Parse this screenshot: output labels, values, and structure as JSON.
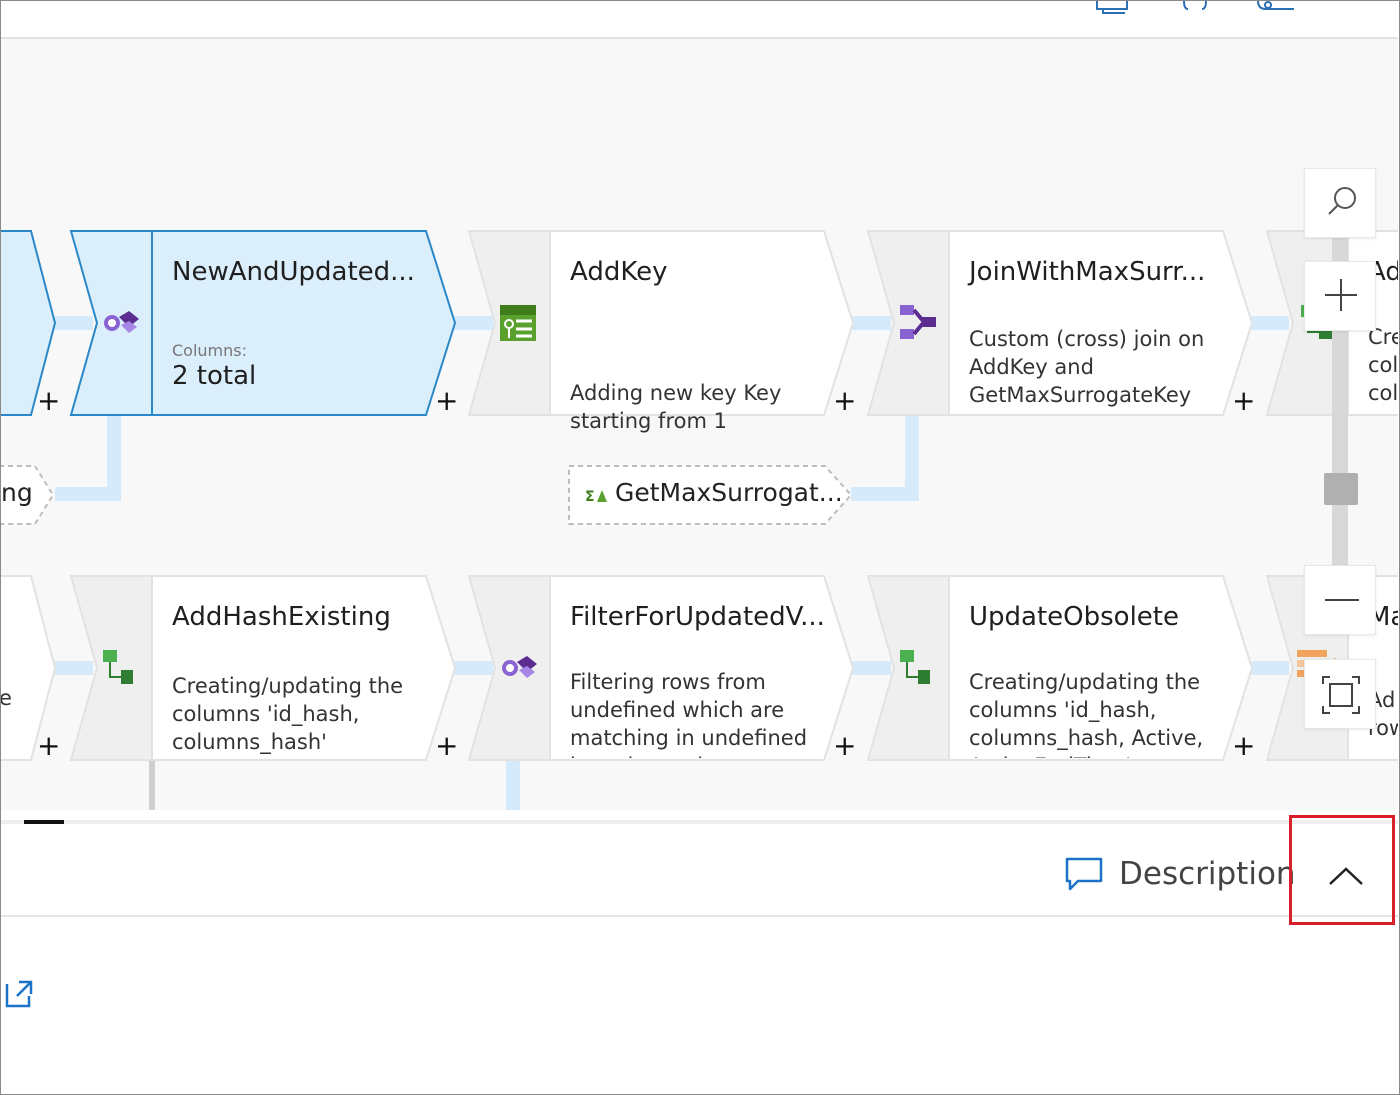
{
  "nodes_row1": [
    {
      "title": "NewAndUpdated...",
      "columns_label": "Columns:",
      "columns_value": "2 total"
    },
    {
      "title": "AddKey",
      "desc": "Adding new key Key starting from 1"
    },
    {
      "title": "JoinWithMaxSurr...",
      "desc": "Custom (cross) join on AddKey and GetMaxSurrogateKey"
    },
    {
      "title": "Ad",
      "desc": "Cre col col M"
    }
  ],
  "nodes_row2": [
    {
      "title": "AddHashExisting",
      "desc": "Creating/updating the columns 'id_hash, columns_hash'"
    },
    {
      "title": "FilterForUpdatedV...",
      "desc": "Filtering rows from undefined which are matching in undefined based on column"
    },
    {
      "title": "UpdateObsolete",
      "desc": "Creating/updating the columns 'id_hash, columns_hash, Active, ActiveEndTime'"
    },
    {
      "title": "Ma",
      "desc": "Ad row"
    }
  ],
  "left_partial_text": "ng",
  "left_partial_text2": "e",
  "pill_label": "GetMaxSurrogat...",
  "plus_symbol": "+",
  "description_label": "Description",
  "colors": {
    "selected_fill": "#dbeefc",
    "selected_border": "#2b88c8",
    "link": "#d5ebfb",
    "highlight_box": "#d9202a",
    "accent_blue": "#0f6cbd"
  },
  "icons": {
    "filter": "filter-icon",
    "surrogate_key": "surrogate-key-icon",
    "join": "join-icon",
    "derived_column": "derived-column-icon",
    "aggregate": "aggregate-icon",
    "alter_row": "alter-row-icon",
    "search": "search-icon",
    "zoom_in": "zoom-in-icon",
    "zoom_out": "zoom-out-icon",
    "fit": "fit-to-screen-icon",
    "comment": "comment-icon",
    "chevron_up": "chevron-up-icon",
    "open_external": "open-external-icon"
  }
}
